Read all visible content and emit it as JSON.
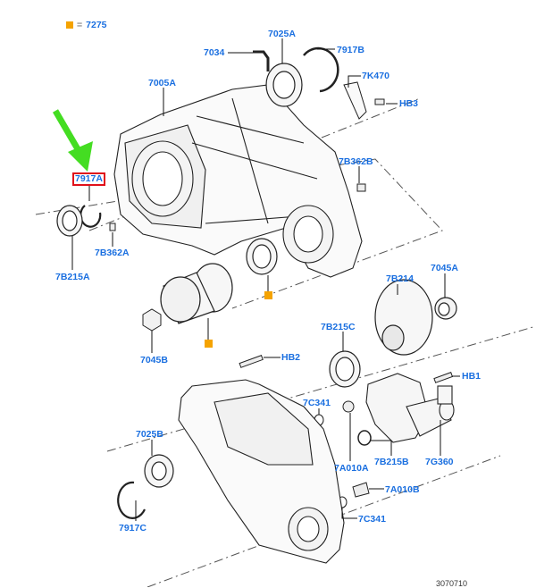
{
  "legend": {
    "symbol": "orange-square",
    "equals": "=",
    "part": "7275",
    "color": "#f5a300"
  },
  "callouts": [
    {
      "id": "7034",
      "label": "7034"
    },
    {
      "id": "7025A",
      "label": "7025A"
    },
    {
      "id": "7917B",
      "label": "7917B"
    },
    {
      "id": "7K470",
      "label": "7K470"
    },
    {
      "id": "HB3",
      "label": "HB3"
    },
    {
      "id": "7005A",
      "label": "7005A"
    },
    {
      "id": "7917A",
      "label": "7917A",
      "highlighted": true
    },
    {
      "id": "7B362B",
      "label": "7B362B"
    },
    {
      "id": "7B362A",
      "label": "7B362A"
    },
    {
      "id": "7B215A",
      "label": "7B215A"
    },
    {
      "id": "7B214",
      "label": "7B214"
    },
    {
      "id": "7045A",
      "label": "7045A"
    },
    {
      "id": "7045B",
      "label": "7045B"
    },
    {
      "id": "7B215C",
      "label": "7B215C"
    },
    {
      "id": "HB2",
      "label": "HB2"
    },
    {
      "id": "HB1",
      "label": "HB1"
    },
    {
      "id": "7C341-upper",
      "label": "7C341"
    },
    {
      "id": "7025B",
      "label": "7025B"
    },
    {
      "id": "7A010A",
      "label": "7A010A"
    },
    {
      "id": "7B215B",
      "label": "7B215B"
    },
    {
      "id": "7G360",
      "label": "7G360"
    },
    {
      "id": "7A010B",
      "label": "7A010B"
    },
    {
      "id": "7C341-lower",
      "label": "7C341"
    },
    {
      "id": "7917C",
      "label": "7917C"
    }
  ],
  "highlight": {
    "callout": "7917A",
    "box_color": "#e0101a",
    "arrow_color": "#44dd22"
  },
  "reference_number": "3070710",
  "colors": {
    "label": "#1a6fe0",
    "line": "#333333",
    "marker": "#f5a300"
  }
}
